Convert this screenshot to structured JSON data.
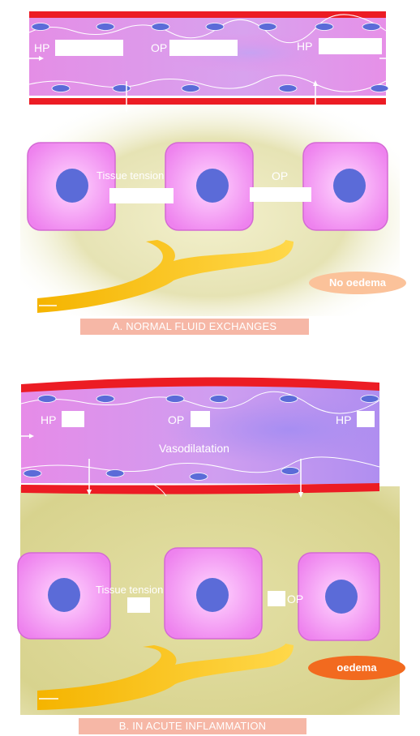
{
  "panel_a": {
    "vessel_labels": [
      "HP",
      "OP",
      "HP"
    ],
    "tissue_tension_label": "Tissue tension",
    "tissue_op_label": "OP",
    "outcome_label": "No oedema",
    "caption": "A. NORMAL FLUID EXCHANGES"
  },
  "panel_b": {
    "vessel_labels": [
      "HP",
      "OP",
      "HP"
    ],
    "vasodilatation_label": "Vasodilatation",
    "tissue_tension_label": "Tissue tension",
    "tissue_op_label": "OP",
    "outcome_label": "oedema",
    "caption": "B. IN ACUTE INFLAMMATION"
  },
  "colors": {
    "vessel_wall": "#ec1c24",
    "lumen": "#e690e8",
    "endothelial_nucleus": "#5b6bd8",
    "interstitium": "#d8d49a",
    "cell": "#f08cf0",
    "cell_nucleus": "#5b6bd8",
    "lymphatic": "#f7c21b",
    "no_oedema_pill": "#fbc39a",
    "oedema_pill": "#f26a1f",
    "caption_bg": "#f6b7a6"
  }
}
